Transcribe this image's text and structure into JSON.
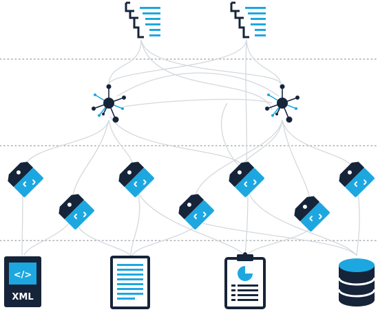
{
  "colors": {
    "navy": "#16243a",
    "blue": "#1da7e0",
    "line": "#d4d8dc",
    "dotted": "#a8acb0"
  },
  "tiers": [
    {
      "name": "taxonomy-tier",
      "icons": [
        "hierarchy-tree-icon",
        "hierarchy-tree-icon"
      ]
    },
    {
      "name": "knowledge-graph-tier",
      "icons": [
        "network-node-icon",
        "network-node-icon"
      ]
    },
    {
      "name": "tag-tier",
      "icons": [
        "tag-icon",
        "tag-icon",
        "tag-icon",
        "tag-icon",
        "tag-icon",
        "tag-icon",
        "tag-icon"
      ]
    },
    {
      "name": "content-source-tier",
      "icons": [
        "xml-file-icon",
        "text-document-icon",
        "clipboard-report-icon",
        "database-icon"
      ]
    }
  ],
  "xml_file": {
    "label": "XML",
    "code_glyph": "</>"
  }
}
